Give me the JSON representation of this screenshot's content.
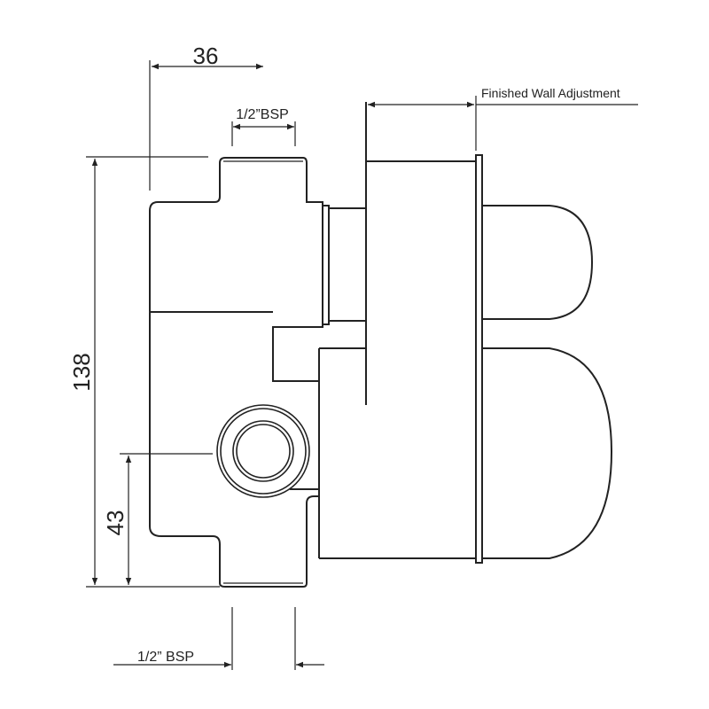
{
  "dimensions": {
    "outlet_offset": "36",
    "top_thread": "1/2”BSP",
    "wall_adjustment": "Finished Wall Adjustment",
    "height": "138",
    "inlet_height": "43",
    "bottom_thread": "1/2” BSP"
  }
}
